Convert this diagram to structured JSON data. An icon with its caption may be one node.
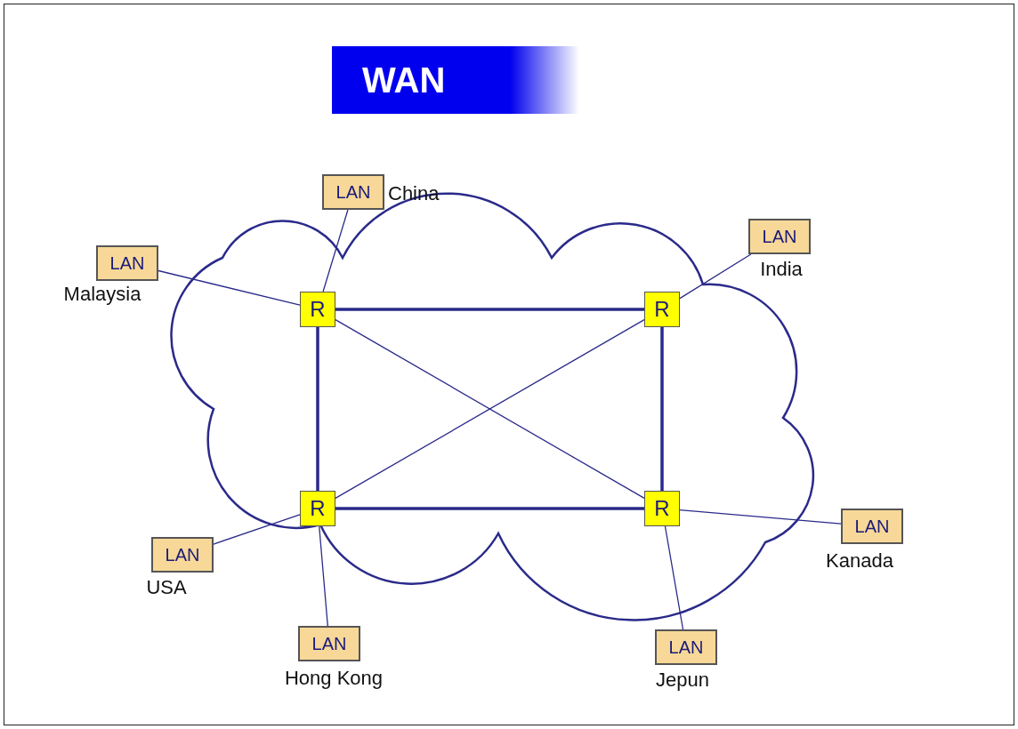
{
  "diagram": {
    "title": "WAN",
    "nodes": [
      {
        "text": [],
        "shape": "cloud"
      },
      {
        "text": [
          "R"
        ],
        "in": 0
      },
      {
        "text": [
          "R"
        ],
        "in": 0
      },
      {
        "text": [
          "R"
        ],
        "in": 0
      },
      {
        "text": [
          "R"
        ],
        "in": 0
      },
      {
        "text": [
          "LAN"
        ],
        "beside": [
          "Malaysia"
        ]
      },
      {
        "text": [
          "LAN"
        ],
        "beside": [
          "China"
        ]
      },
      {
        "text": [
          "LAN"
        ],
        "beside": [
          "India"
        ]
      },
      {
        "text": [
          "LAN"
        ],
        "beside": [
          "USA"
        ]
      },
      {
        "text": [
          "LAN"
        ],
        "beside": [
          "Hong Kong"
        ]
      },
      {
        "text": [
          "LAN"
        ],
        "beside": [
          "Kanada"
        ]
      },
      {
        "text": [
          "LAN"
        ],
        "beside": [
          "Jepun"
        ]
      }
    ],
    "edges": [
      {
        "from": 1,
        "to": 2,
        "arrow": "none",
        "style": "thick"
      },
      {
        "from": 1,
        "to": 3,
        "arrow": "none",
        "style": "thick"
      },
      {
        "from": 2,
        "to": 4,
        "arrow": "none",
        "style": "thick"
      },
      {
        "from": 3,
        "to": 4,
        "arrow": "none",
        "style": "thick"
      },
      {
        "from": 1,
        "to": 4,
        "arrow": "none"
      },
      {
        "from": 2,
        "to": 3,
        "arrow": "none"
      },
      {
        "from": 5,
        "to": 1,
        "arrow": "none"
      },
      {
        "from": 6,
        "to": 1,
        "arrow": "none"
      },
      {
        "from": 7,
        "to": 2,
        "arrow": "none"
      },
      {
        "from": 8,
        "to": 3,
        "arrow": "none"
      },
      {
        "from": 9,
        "to": 3,
        "arrow": "none"
      },
      {
        "from": 10,
        "to": 4,
        "arrow": "none"
      },
      {
        "from": 11,
        "to": 4,
        "arrow": "none"
      }
    ]
  }
}
